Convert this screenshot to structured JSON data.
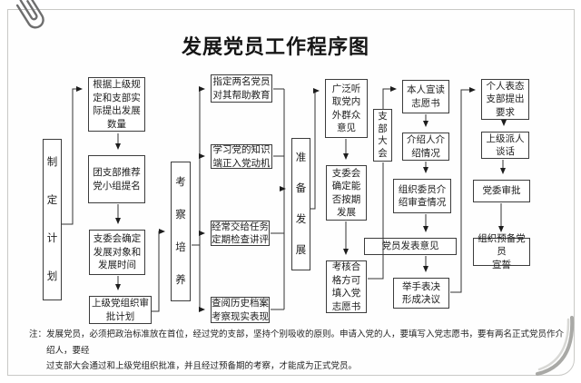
{
  "page": {
    "title": "发展党员工作程序图",
    "note": {
      "label": "注：",
      "text": "发展党员，必须把政治标准放在首位，经过党的支部，坚持个别吸收的原则。申请入党的人，要填写入党志愿书，要有两名正式党员作介绍人，要经\n过支部大会通过和上级党组织批准，并且经过预备期的考察，才能成为正式党员。"
    }
  },
  "flow": {
    "stages": {
      "make_plan": "制\n定\n计\n划",
      "inspect_cultivate": "考\n察\n培\n养",
      "prepare_develop": "准\n备\n发\n展",
      "branch_meeting": "支\n部\n大\n会"
    },
    "steps": {
      "propose_quantity": "根据上级规\n定和支部实\n际提出发展\n数量",
      "league_recommend": "团支部推荐\n党小组提名",
      "committee_set_targets": "支委会确定\n发展对象和\n发展时间",
      "higher_approve_plan": "上级党组织审\n批计划",
      "assign_helpers": "指定两名党员\n对其帮助教育",
      "learn_knowledge": "学习党的知识\n端正入党动机",
      "assign_tasks": "经常交给任务\n定期检查讲评",
      "check_archives": "查阅历史档案\n考察现实表现",
      "listen_opinions": "广泛听\n取党内\n外群众\n意见",
      "confirm_schedule": "支委会\n确定能\n否按期\n发展",
      "qualified_fill_form": "考核合\n格方可\n填入党\n志愿书",
      "read_application": "本人宣读\n志愿书",
      "introducers_present": "介绍人介\n绍情况",
      "org_committee_report": "组织委员介\n绍审查情况",
      "members_opinions": "党员发表意见",
      "vote_resolution": "举手表决\n形成决议",
      "personal_statement": "个人表态\n支部提出\n要求",
      "superior_talk": "上级派人\n谈话",
      "committee_approval": "党委审批",
      "oath_ceremony": "组织预备党员\n宣誓"
    },
    "structure": {
      "stage_make_plan": [
        "propose_quantity",
        "league_recommend",
        "committee_set_targets",
        "higher_approve_plan"
      ],
      "stage_inspect_cultivate": [
        "assign_helpers",
        "learn_knowledge",
        "assign_tasks",
        "check_archives"
      ],
      "stage_prepare_develop": [
        "listen_opinions",
        "confirm_schedule",
        "qualified_fill_form"
      ],
      "stage_branch_meeting": [
        "read_application",
        "introducers_present",
        "org_committee_report",
        "members_opinions",
        "vote_resolution"
      ],
      "after_meeting": [
        "personal_statement",
        "superior_talk",
        "committee_approval",
        "oath_ceremony"
      ]
    }
  },
  "icons": {
    "paperclip": "paperclip-icon"
  },
  "colors": {
    "background": "#ffffff",
    "sheet_border": "#c9c9c6",
    "line": "#333333",
    "text": "#1c1c1c",
    "paperclip": "#6e6e6e"
  }
}
